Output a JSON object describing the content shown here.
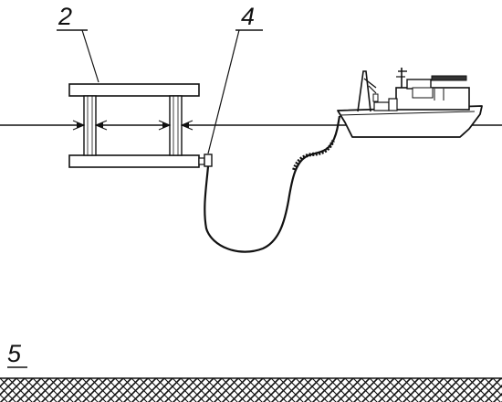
{
  "labels": {
    "platform": "2",
    "connector": "4",
    "seabed": "5"
  },
  "colors": {
    "ink": "#111111",
    "background": "#ffffff"
  },
  "components": {
    "platform": "semi-submersible-platform",
    "connector": "riser-connector",
    "riser": "flexible-riser",
    "vessel": "support-vessel",
    "seabed": "seabed-hatch",
    "waterline": "sea-surface-line"
  }
}
